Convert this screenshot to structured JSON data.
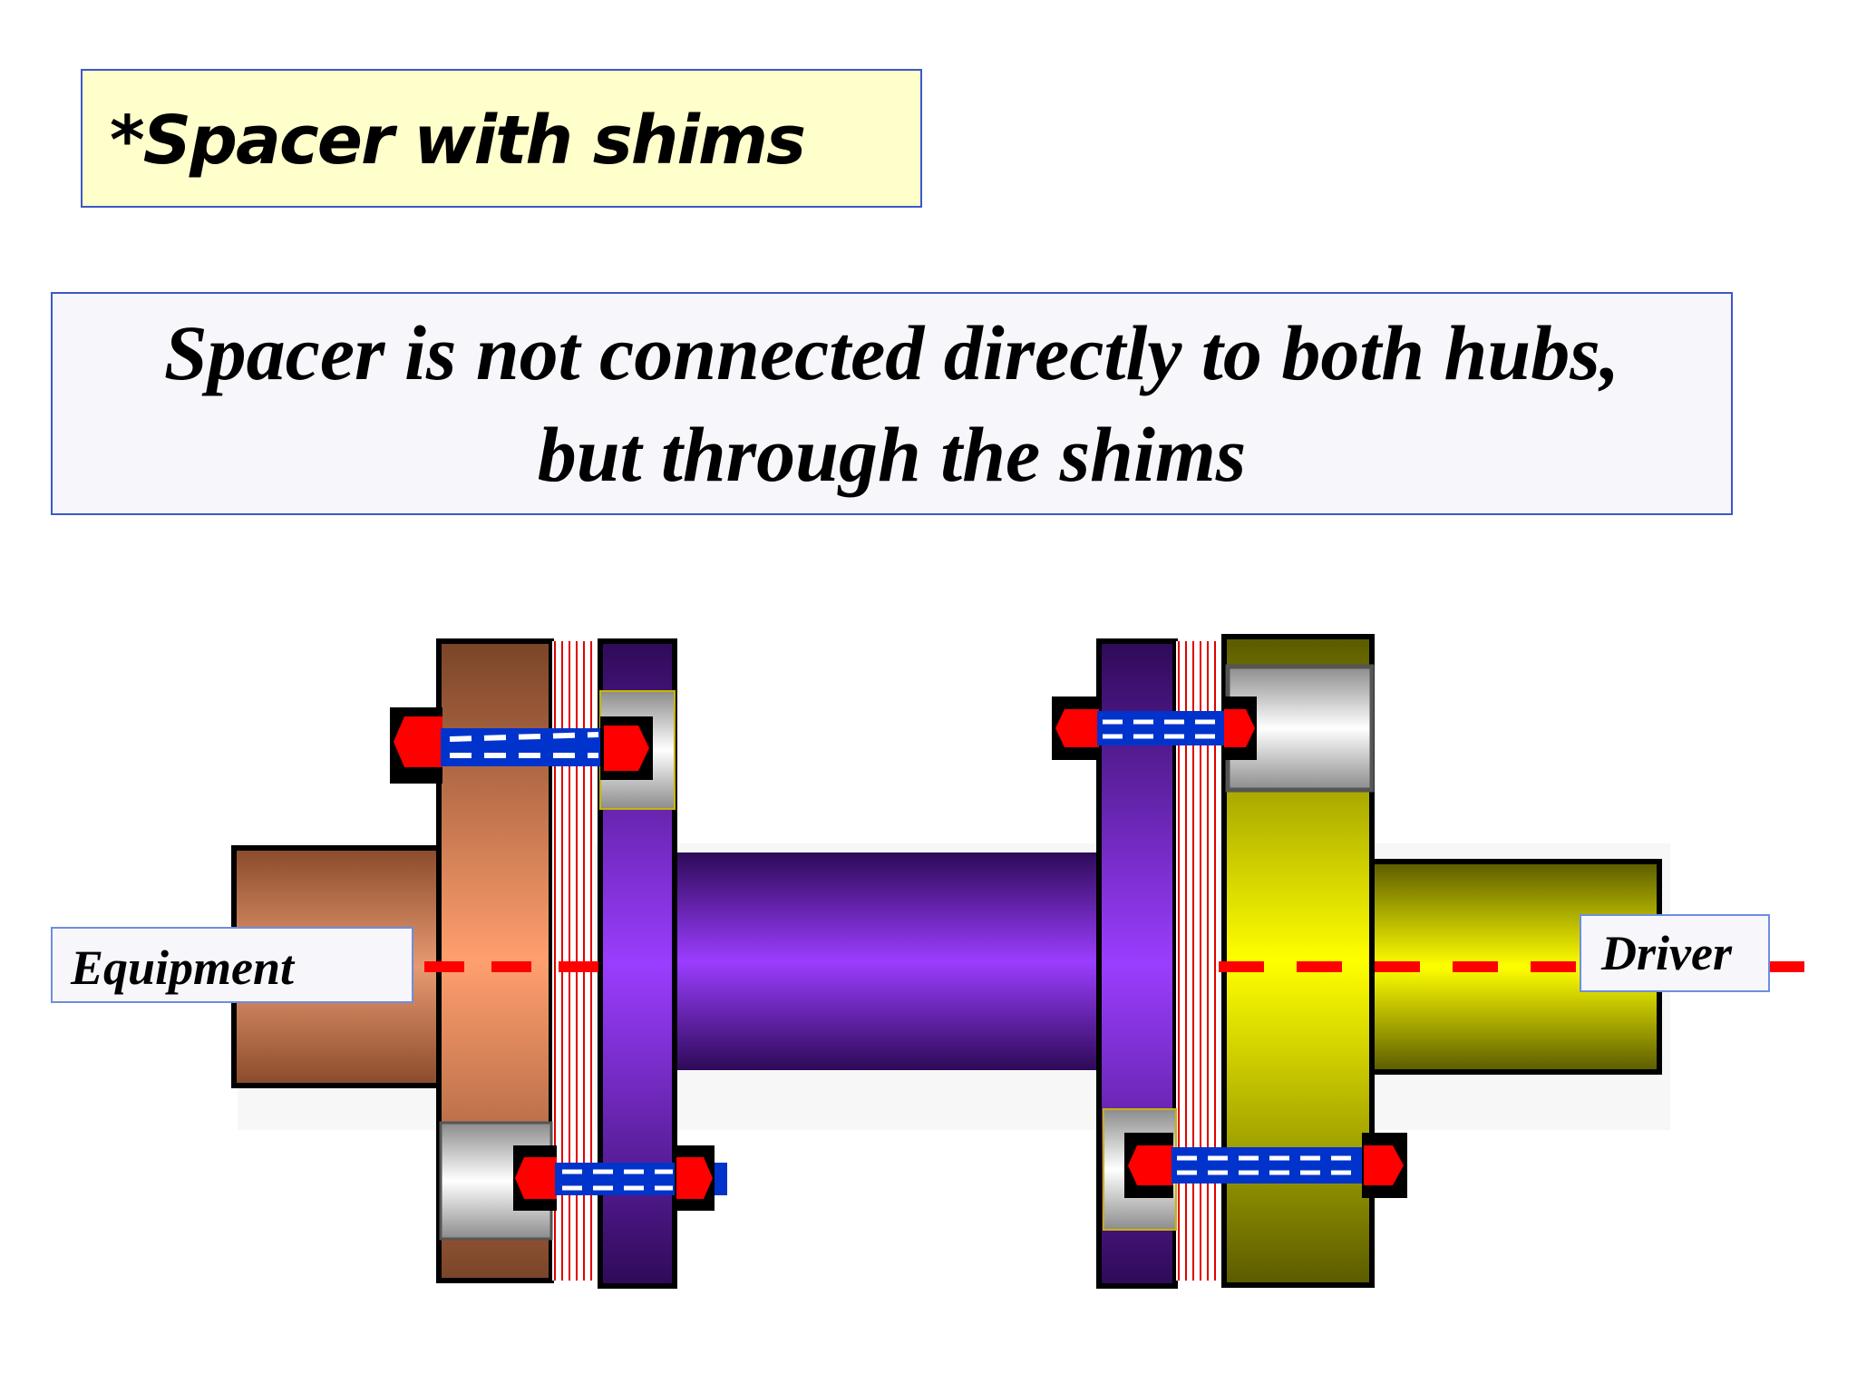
{
  "title": "*Spacer with shims",
  "subtitle": {
    "line1": "Spacer is not connected directly to both hubs,",
    "line2": "but through the shims"
  },
  "labels": {
    "equipment": "Equipment",
    "driver": "Driver"
  },
  "colors": {
    "equipment_hub": "#c76a3e",
    "spacer": "#8a2be2",
    "driver_hub": "#f0f000",
    "centerline": "#ff0000",
    "shim_lines": "#e00000",
    "bolt": "#0033cc",
    "nut": "#ff0000"
  }
}
